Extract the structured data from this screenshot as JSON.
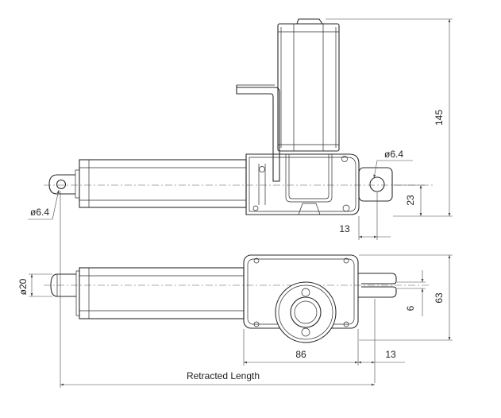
{
  "dimensions": {
    "height_total": "145",
    "eye_offset": "23",
    "hole_left": "ø6.4",
    "hole_right": "ø6.4",
    "eye_width": "13",
    "tube_diameter": "ø20",
    "housing_width": "63",
    "clevis_slot": "6",
    "gearbox_length": "86",
    "clevis_length": "13",
    "retracted_length": "Retracted Length"
  }
}
